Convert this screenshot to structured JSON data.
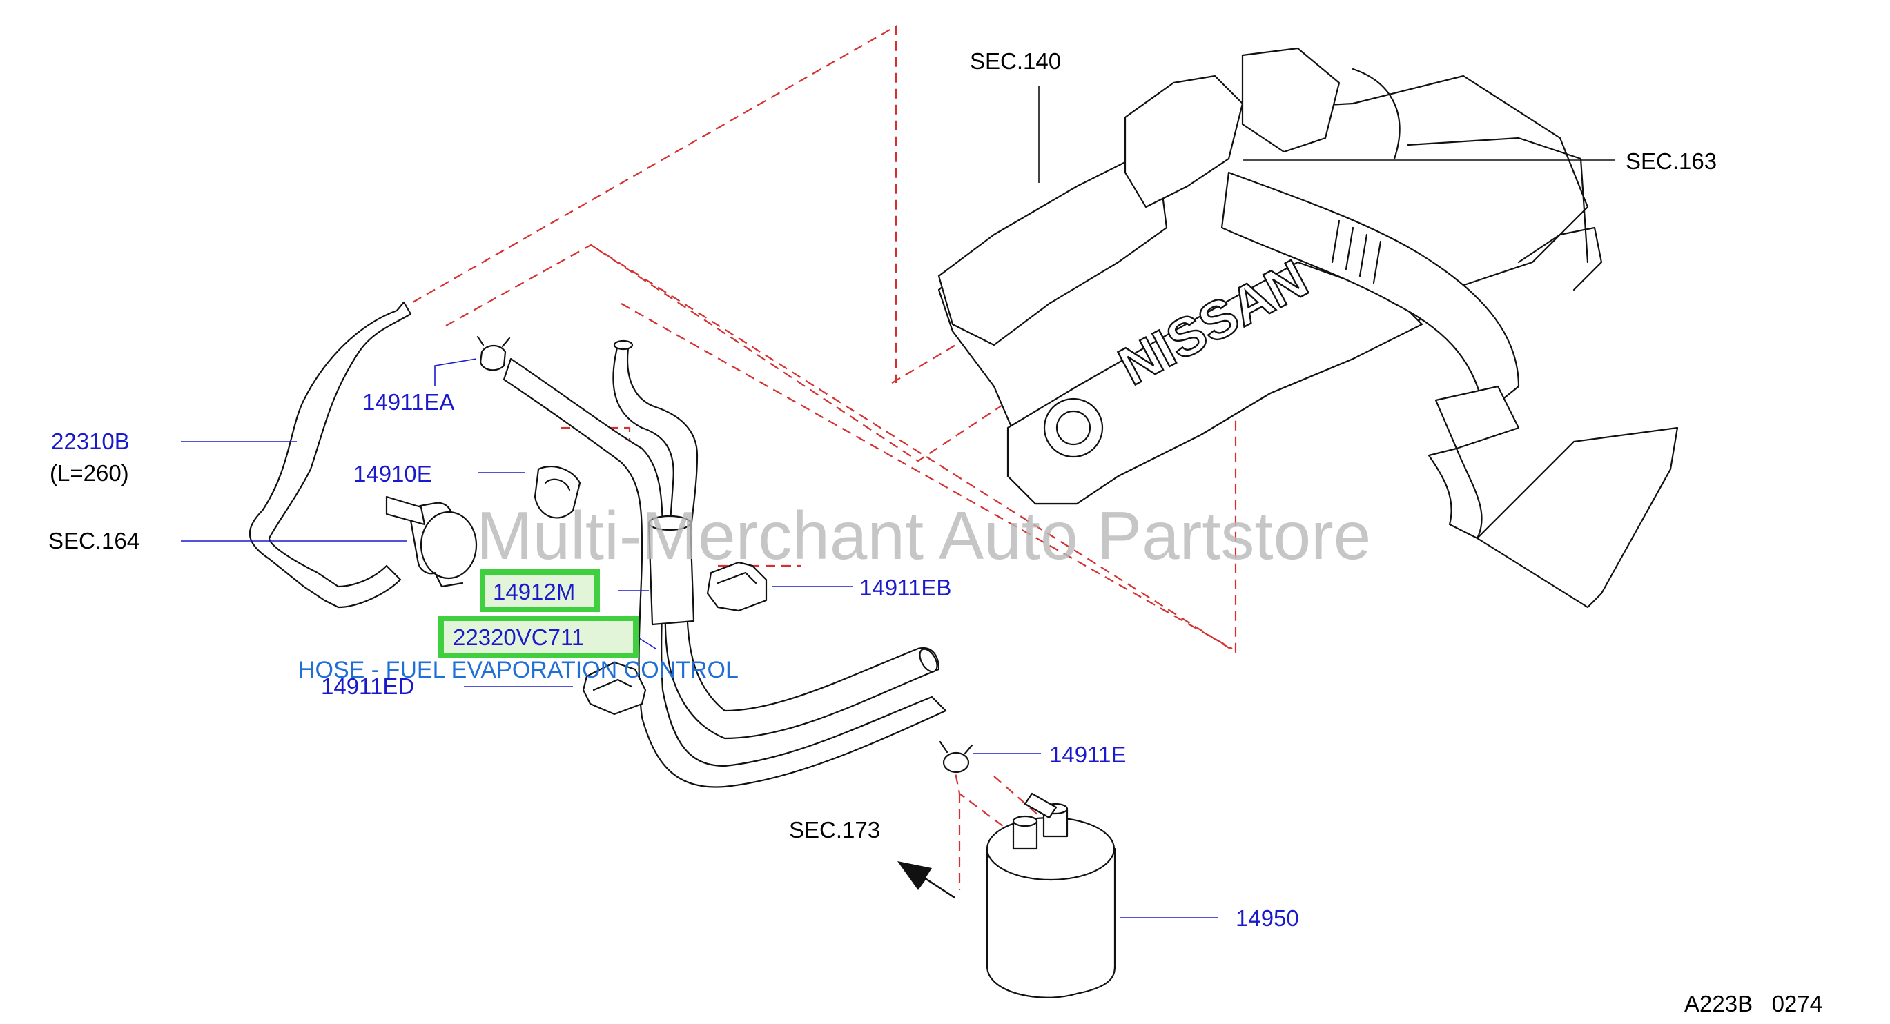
{
  "diagram": {
    "watermark": "Multi-Merchant Auto Partstore",
    "figure_code": "A223B   0274",
    "logo_text": "NISSAN",
    "description": "HOSE - FUEL EVAPORATION CONTROL",
    "labels": {
      "sec140": "SEC.140",
      "sec163": "SEC.163",
      "sec164": "SEC.164",
      "sec173": "SEC.173",
      "p22310b": "22310B",
      "p22310b_len": "(L=260)",
      "p14911ea": "14911EA",
      "p14910e": "14910E",
      "p14912m": "14912M",
      "p22320vc711": "22320VC711",
      "p14911eb": "14911EB",
      "p14911ed": "14911ED",
      "p14911e": "14911E",
      "p14950": "14950"
    },
    "colors": {
      "part_number": "#1a1acc",
      "highlight": "#3fcf3f",
      "dashed_guide": "#d43030",
      "description": "#1f6fd6"
    }
  }
}
